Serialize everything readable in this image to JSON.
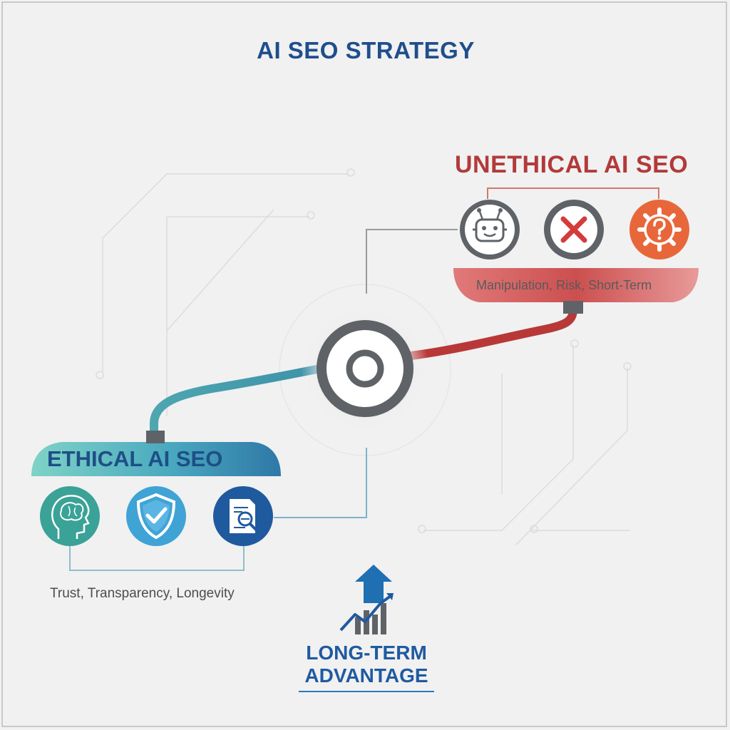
{
  "title": "AI SEO STRATEGY",
  "unethical": {
    "heading": "UNETHICAL AI SEO",
    "caption": "Manipulation, Risk, Short-Term",
    "icons": [
      "robot-icon",
      "red-x-icon",
      "question-gear-icon"
    ]
  },
  "ethical": {
    "heading": "ETHICAL AI SEO",
    "caption": "Trust, Transparency, Longevity",
    "icons": [
      "brain-head-icon",
      "shield-check-icon",
      "document-search-icon"
    ]
  },
  "advantage": {
    "line1": "LONG-TERM",
    "line2": "ADVANTAGE",
    "icon": "growth-chart-arrow-icon"
  },
  "center": {
    "icon": "target-icon"
  },
  "colors": {
    "title": "#1f4e8c",
    "unethical": "#b23a3a",
    "unethical_accent": "#e8673a",
    "ethical": "#2f8fa0",
    "ethical_dark": "#1e4f86",
    "hub": "#5f6368"
  }
}
